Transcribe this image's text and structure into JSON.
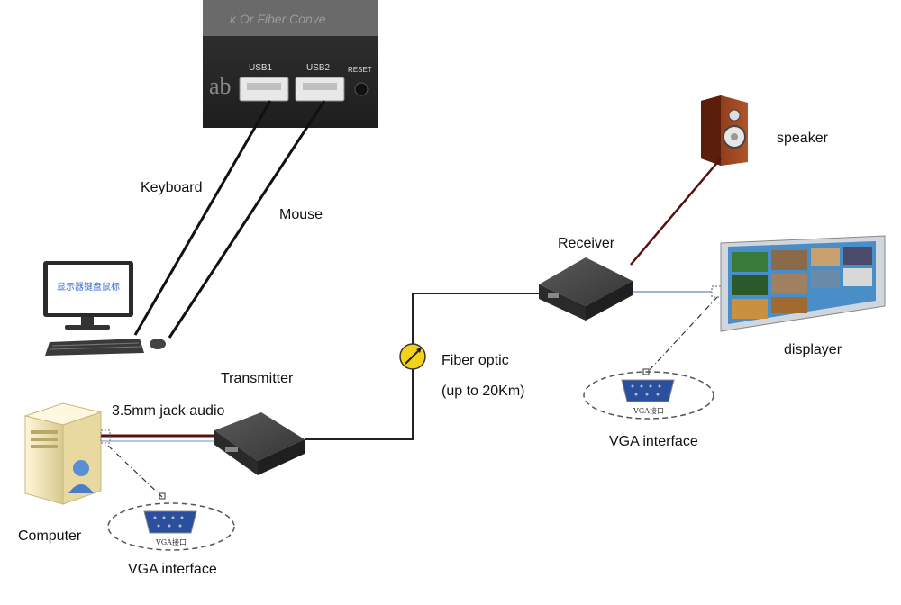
{
  "panel": {
    "usb1_label": "USB1",
    "usb2_label": "USB2",
    "reset_label": "RESET",
    "banner_text": "k Or Fiber Conve"
  },
  "monitor_screen_text": "显示器键盘鼠标",
  "labels": {
    "keyboard": "Keyboard",
    "mouse": "Mouse",
    "transmitter": "Transmitter",
    "jack_audio": "3.5mm jack audio",
    "computer": "Computer",
    "vga_interface_left": "VGA  interface",
    "fiber_optic": "Fiber optic",
    "fiber_range": "(up to 20Km)",
    "receiver": "Receiver",
    "speaker": "speaker",
    "displayer": "displayer",
    "vga_interface_right": "VGA  interface"
  },
  "vga_port_caption": "VGA接口",
  "colors": {
    "panel": "#2e2e2e",
    "box": "#3a3a3a",
    "fiber_line": "#222222",
    "audio_line": "#5a1010",
    "video_line": "#9fb4d8",
    "fiber_icon": "#f2d21b",
    "port_blue": "#2a4f9e"
  }
}
